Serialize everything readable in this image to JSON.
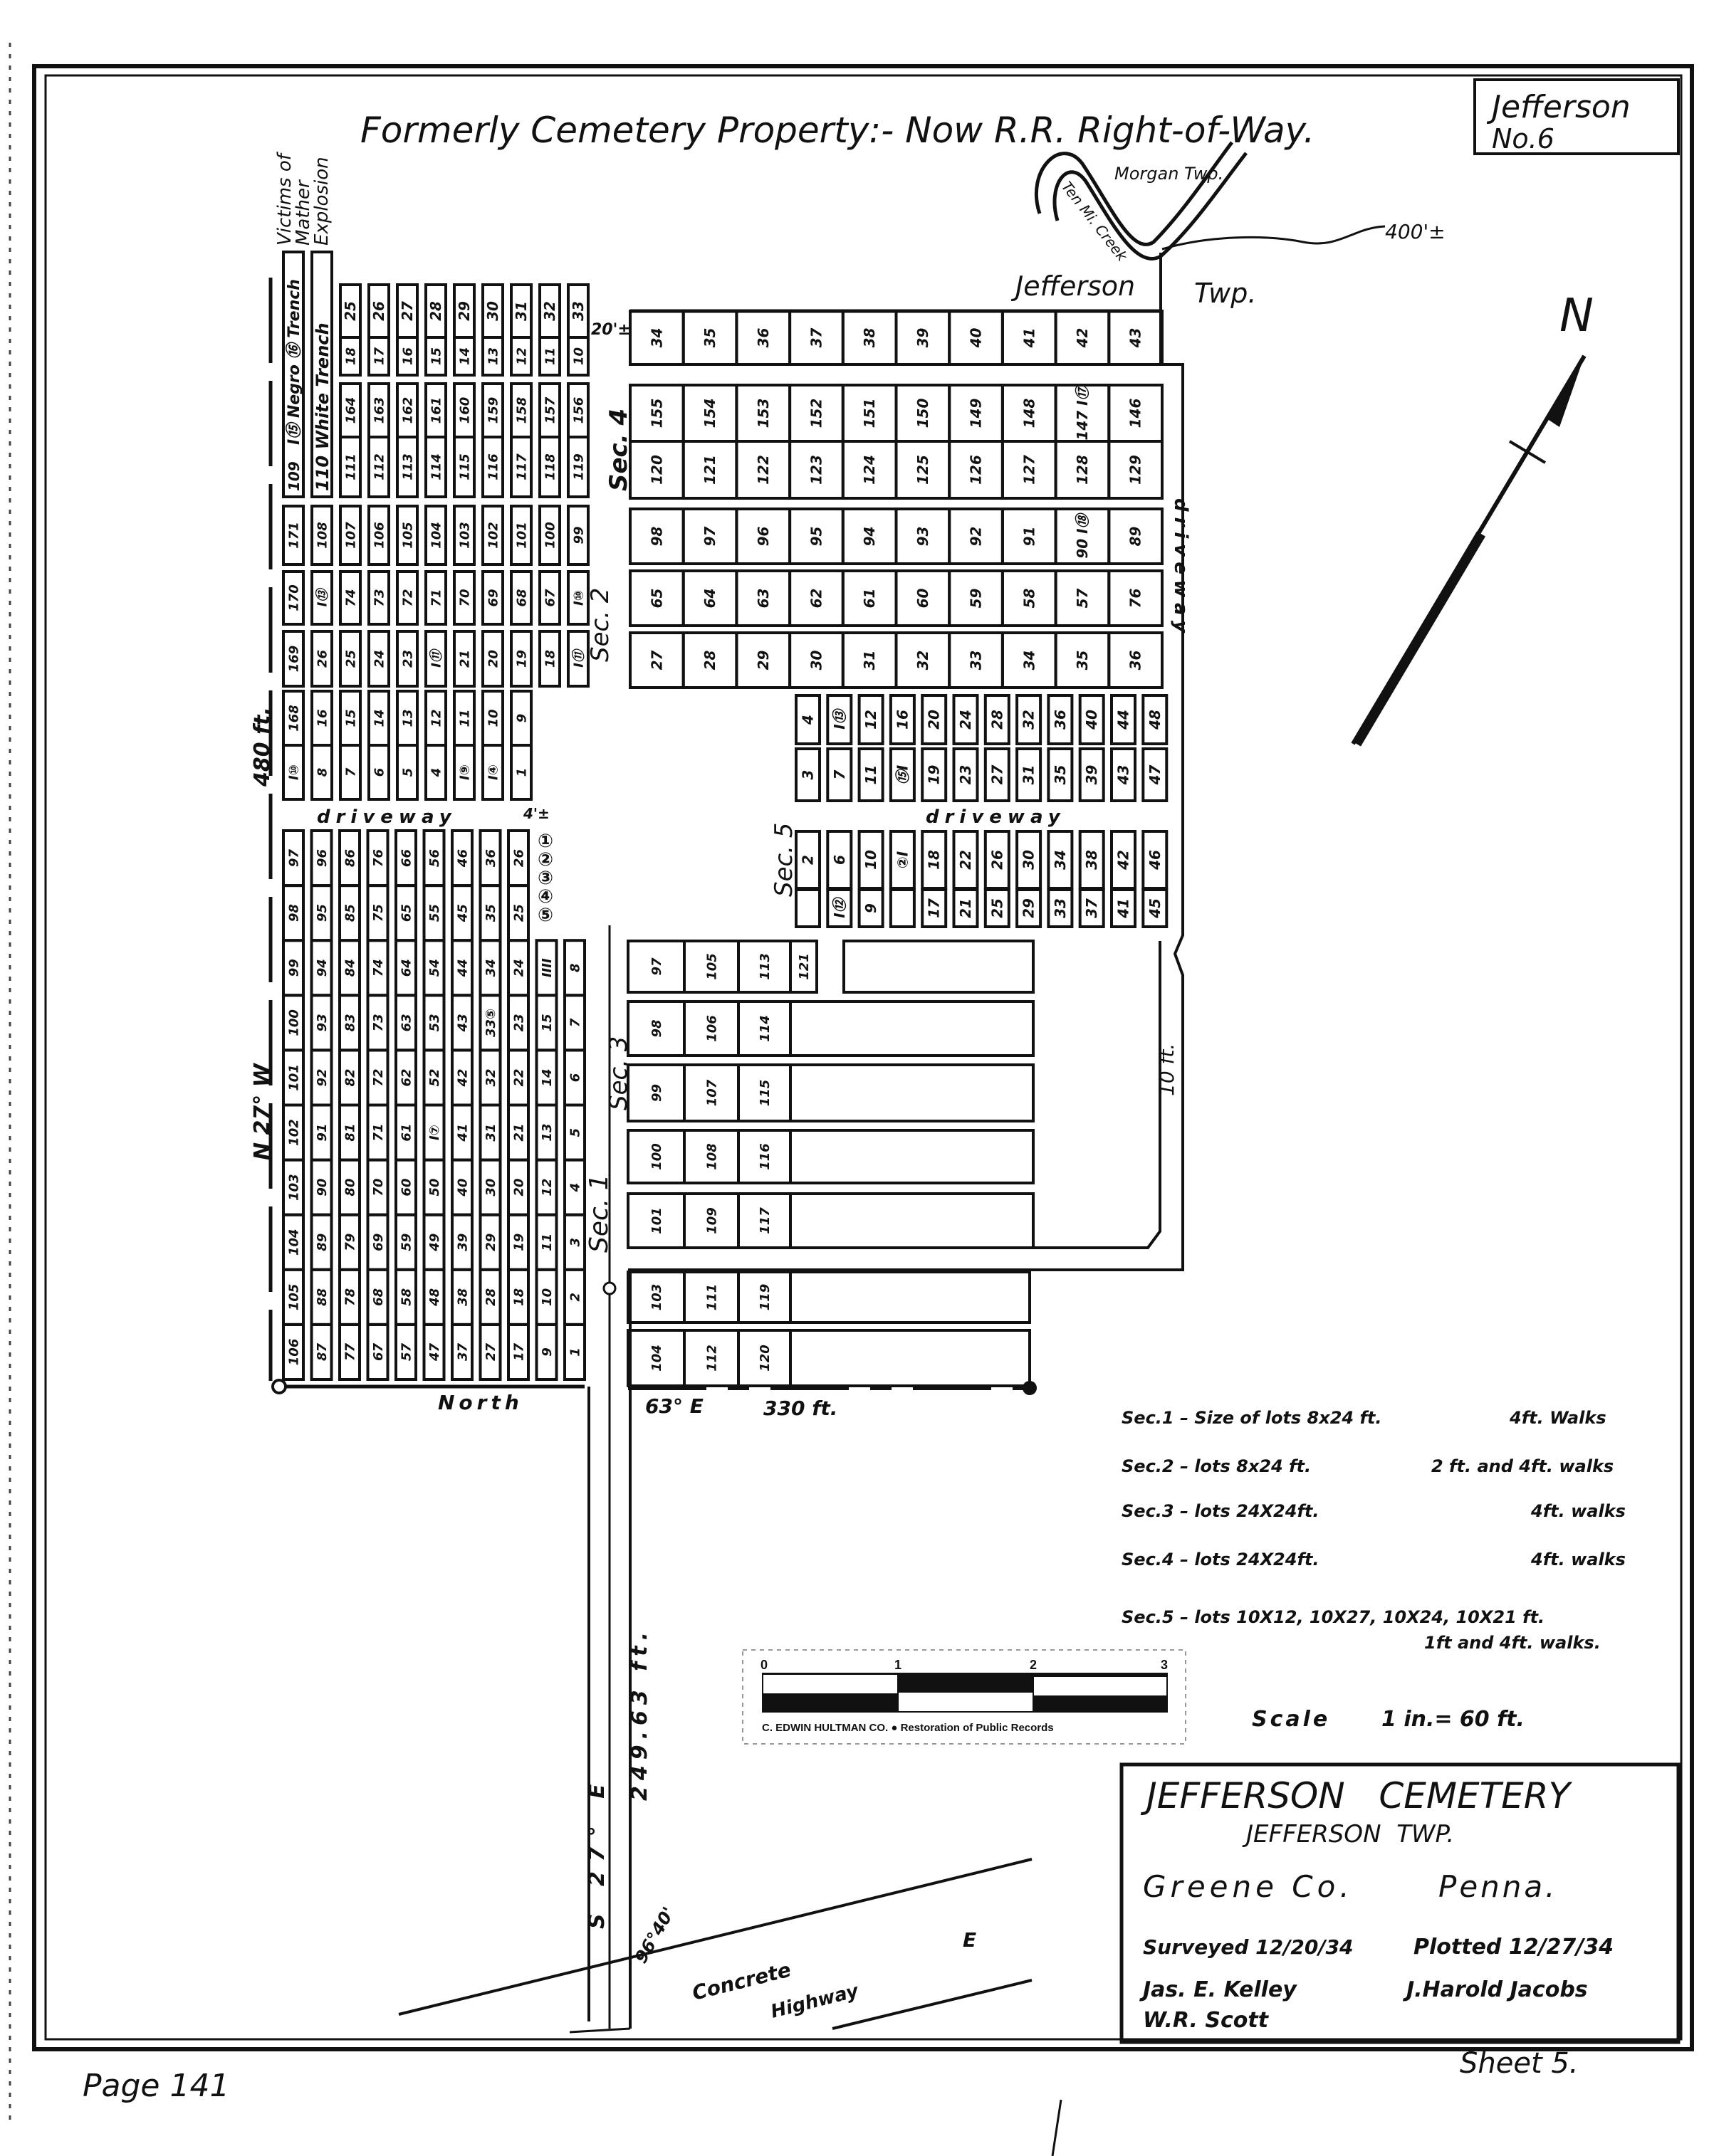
{
  "header": {
    "title": "Formerly Cemetery Property:- Now R.R. Right-of-Way.",
    "sheet_box": [
      "Jefferson",
      "No.6"
    ],
    "victims_note": [
      "Victims of",
      "Mather",
      "Explosion"
    ]
  },
  "locator": {
    "morgan": "Morgan Twp.",
    "creek": "Ten Mi. Creek",
    "jefferson": "Jefferson",
    "twp": "Twp.",
    "distance": "400'±",
    "north": "N"
  },
  "labels": {
    "sec1": "Sec. 1",
    "sec2": "Sec. 2",
    "sec3": "Sec. 3",
    "sec4": "Sec. 4",
    "sec5": "Sec. 5",
    "driveway_left": "driveway",
    "driveway_mid": "driveway",
    "driveway_right": "driveway",
    "twenty_ft": "20'±",
    "four_ft": "4'±",
    "ten_ft": "10 ft.",
    "north_bearing": "N 27° W",
    "north_length": "480 ft.",
    "north_line": "North",
    "east_bearing": "63° E",
    "east_length": "330 ft.",
    "south_bearing": "S 27° E",
    "south_length": "249.63 ft.",
    "angle": "96°40'",
    "highway_1": "Concrete",
    "highway_2": "Highway",
    "highway_e": "E",
    "negro_trench": "I⑮ Negro ⑯ Trench",
    "white_trench": "110 White Trench",
    "lot_109": "109",
    "circled_markers": [
      "①",
      "②",
      "③",
      "④",
      "⑤"
    ]
  },
  "lots": {
    "upper_left": {
      "row_a_top": [
        "25",
        "26",
        "27",
        "28",
        "29",
        "30",
        "31",
        "32",
        "33"
      ],
      "row_a_bottom": [
        "18",
        "17",
        "16",
        "15",
        "14",
        "13",
        "12",
        "11",
        "10"
      ],
      "row_b_top": [
        "164",
        "163",
        "162",
        "161",
        "160",
        "159",
        "158",
        "157",
        "156"
      ],
      "row_b_bottom": [
        "111",
        "112",
        "113",
        "114",
        "115",
        "116",
        "117",
        "118",
        "119"
      ],
      "row_c": [
        "171",
        "108",
        "107",
        "106",
        "105",
        "104",
        "103",
        "102",
        "101",
        "100",
        "99"
      ],
      "row_d": [
        "170",
        "I⑬",
        "74",
        "73",
        "72",
        "71",
        "70",
        "69",
        "68",
        "67",
        "I⑩"
      ],
      "row_e": [
        "169",
        "26",
        "25",
        "24",
        "23",
        "I⑪",
        "21",
        "20",
        "19",
        "18",
        "I⑪"
      ],
      "row_f_top": [
        "168",
        "16",
        "15",
        "14",
        "13",
        "12",
        "11",
        "10",
        "9"
      ],
      "row_f_bottom": [
        "I⑩",
        "8",
        "7",
        "6",
        "5",
        "4",
        "I⑨",
        "I④",
        "1"
      ]
    },
    "lower_left": [
      [
        "97",
        "98",
        "99",
        "100",
        "101",
        "102",
        "103",
        "104",
        "105",
        "106"
      ],
      [
        "96",
        "95",
        "94",
        "93",
        "92",
        "91",
        "90",
        "89",
        "88",
        "87"
      ],
      [
        "86",
        "85",
        "84",
        "83",
        "82",
        "81",
        "80",
        "79",
        "78",
        "77"
      ],
      [
        "76",
        "75",
        "74",
        "73",
        "72",
        "71",
        "70",
        "69",
        "68",
        "67"
      ],
      [
        "66",
        "65",
        "64",
        "63",
        "62",
        "61",
        "60",
        "59",
        "58",
        "57"
      ],
      [
        "56",
        "55",
        "54",
        "53",
        "52",
        "I⑦",
        "50",
        "49",
        "48",
        "47"
      ],
      [
        "46",
        "45",
        "44",
        "43",
        "42",
        "41",
        "40",
        "39",
        "38",
        "37"
      ],
      [
        "36",
        "35",
        "34",
        "33⑤",
        "32",
        "31",
        "30",
        "29",
        "28",
        "27"
      ],
      [
        "26",
        "25",
        "24",
        "23",
        "22",
        "21",
        "20",
        "19",
        "18",
        "17"
      ],
      [
        "IIII",
        "15",
        "14",
        "13",
        "12",
        "11",
        "10",
        "9"
      ],
      [
        "8",
        "7",
        "6",
        "5",
        "4",
        "3",
        "2",
        "1"
      ]
    ],
    "sec4": [
      [
        "34",
        "35",
        "36",
        "37",
        "38",
        "39",
        "40",
        "41",
        "42",
        "43"
      ],
      [
        "155",
        "154",
        "153",
        "152",
        "151",
        "150",
        "149",
        "148",
        "147 I⑰",
        "146"
      ],
      [
        "120",
        "121",
        "122",
        "123",
        "124",
        "125",
        "126",
        "127",
        "128",
        "129"
      ],
      [
        "98",
        "97",
        "96",
        "95",
        "94",
        "93",
        "92",
        "91",
        "90 I⑱",
        "89"
      ],
      [
        "65",
        "64",
        "63",
        "62",
        "61",
        "60",
        "59",
        "58",
        "57",
        "76"
      ],
      [
        "27",
        "28",
        "29",
        "30",
        "31",
        "32",
        "33",
        "34",
        "35",
        "36"
      ]
    ],
    "sec5": [
      [
        "4",
        "I⑬",
        "12",
        "16",
        "20",
        "24",
        "28",
        "32",
        "36",
        "40",
        "44",
        "48"
      ],
      [
        "3",
        "7",
        "11",
        "⑮I",
        "19",
        "23",
        "27",
        "31",
        "35",
        "39",
        "43",
        "47"
      ],
      [
        "2",
        "6",
        "10",
        "②I",
        "18",
        "22",
        "26",
        "30",
        "34",
        "38",
        "42",
        "46"
      ],
      [
        "",
        "I⑫",
        "9",
        "",
        "17",
        "21",
        "25",
        "29",
        "33",
        "37",
        "41",
        "45"
      ]
    ],
    "sec3": [
      [
        "97",
        "105",
        "113",
        "121"
      ],
      [
        "98",
        "106",
        "114"
      ],
      [
        "99",
        "107",
        "115"
      ],
      [
        "100",
        "108",
        "116"
      ],
      [
        "101",
        "109",
        "117"
      ],
      [
        "103",
        "111",
        "119"
      ],
      [
        "104",
        "112",
        "120"
      ]
    ]
  },
  "legend": [
    {
      "left": "Sec.1 – Size of lots  8x24 ft.",
      "right": "4ft. Walks"
    },
    {
      "left": "Sec.2 – lots  8x24 ft.",
      "right": "2 ft. and 4ft. walks"
    },
    {
      "left": "Sec.3 – lots  24X24ft.",
      "right": "4ft. walks"
    },
    {
      "left": "Sec.4 – lots  24X24ft.",
      "right": "4ft. walks"
    },
    {
      "left": "Sec.5 – lots  10X12, 10X27, 10X24, 10X21 ft.",
      "right": "1ft and 4ft. walks."
    }
  ],
  "scale_bar": {
    "ticks": [
      "0",
      "1",
      "2",
      "3"
    ],
    "credit": "C. EDWIN HULTMAN CO.  ●  Restoration of Public Records"
  },
  "scale_text": {
    "label": "Scale",
    "value": "1 in.= 60 ft."
  },
  "title_block": {
    "name": "JEFFERSON   CEMETERY",
    "township": "JEFFERSON  TWP.",
    "county": "Greene Co.",
    "state": "Penna.",
    "surveyed": "Surveyed 12/20/34",
    "plotted": "Plotted 12/27/34",
    "surveyor_1": "Jas. E. Kelley",
    "surveyor_2": "W.R. Scott",
    "plotter": "J.Harold Jacobs"
  },
  "footer": {
    "page": "Page 141",
    "sheet": "Sheet 5."
  }
}
